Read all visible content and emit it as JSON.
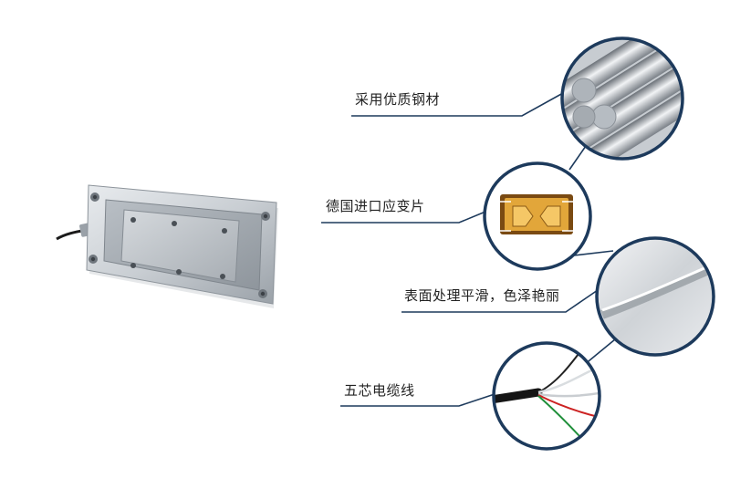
{
  "features": [
    {
      "label": "采用优质钢材",
      "icon": "steel-bars-icon"
    },
    {
      "label": "德国进口应变片",
      "icon": "strain-gauge-icon"
    },
    {
      "label": "表面处理平滑，色泽艳丽",
      "icon": "smooth-surface-icon"
    },
    {
      "label": "五芯电缆线",
      "icon": "five-core-cable-icon"
    }
  ],
  "colors": {
    "accent": "#1d3a5c",
    "text": "#222222",
    "background": "#ffffff"
  },
  "product": {
    "icon": "load-cell-sensor-icon"
  }
}
